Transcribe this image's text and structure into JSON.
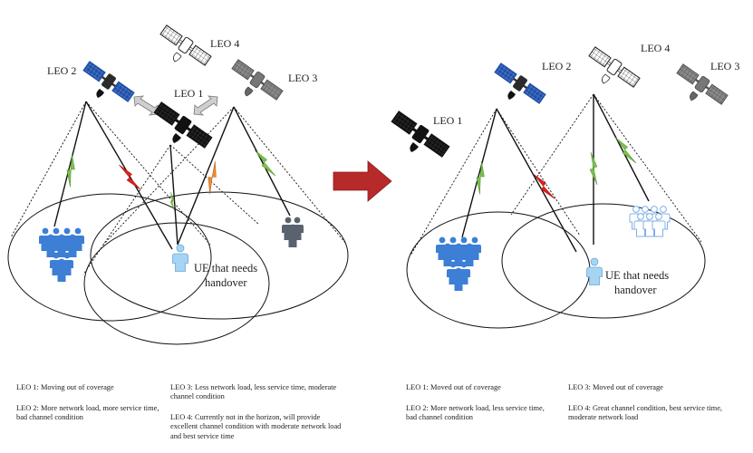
{
  "labels": {
    "left_leo1": "LEO 1",
    "left_leo2": "LEO 2",
    "left_leo3": "LEO 3",
    "left_leo4": "LEO 4",
    "left_ue_line1": "UE that needs",
    "left_ue_line2": "handover",
    "right_leo1": "LEO 1",
    "right_leo2": "LEO 2",
    "right_leo3": "LEO 3",
    "right_leo4": "LEO 4",
    "right_ue_line1": "UE that needs",
    "right_ue_line2": "handover"
  },
  "captions": {
    "left_leo1": "LEO 1: Moving out of coverage",
    "left_leo2": "LEO 2: More network load, more service time, bad channel condition",
    "left_leo3": "LEO 3: Less network load, less service time, moderate channel condition",
    "left_leo4": "LEO 4: Currently not in the horizon, will provide excellent channel condition with moderate network load and best service time",
    "right_leo1": "LEO 1: Moved out of coverage",
    "right_leo2": "LEO 2: More network load, less service time, bad channel condition",
    "right_leo3": "LEO 3: Moved out of coverage",
    "right_leo4": "LEO 4: Great channel condition, best service time, moderate network load"
  },
  "colors": {
    "sat_black": "#111111",
    "sat_blue": "#1f4fa8",
    "sat_gray": "#808080",
    "sat_outline": "#ffffff",
    "people_blue": "#3c7fd4",
    "people_gray": "#5a6270",
    "people_outline_blue": "#7fb0e8",
    "link_green": "#7cc24a",
    "link_red": "#e0201c",
    "link_orange": "#f08a30",
    "arrow_red": "#b72a2a"
  }
}
